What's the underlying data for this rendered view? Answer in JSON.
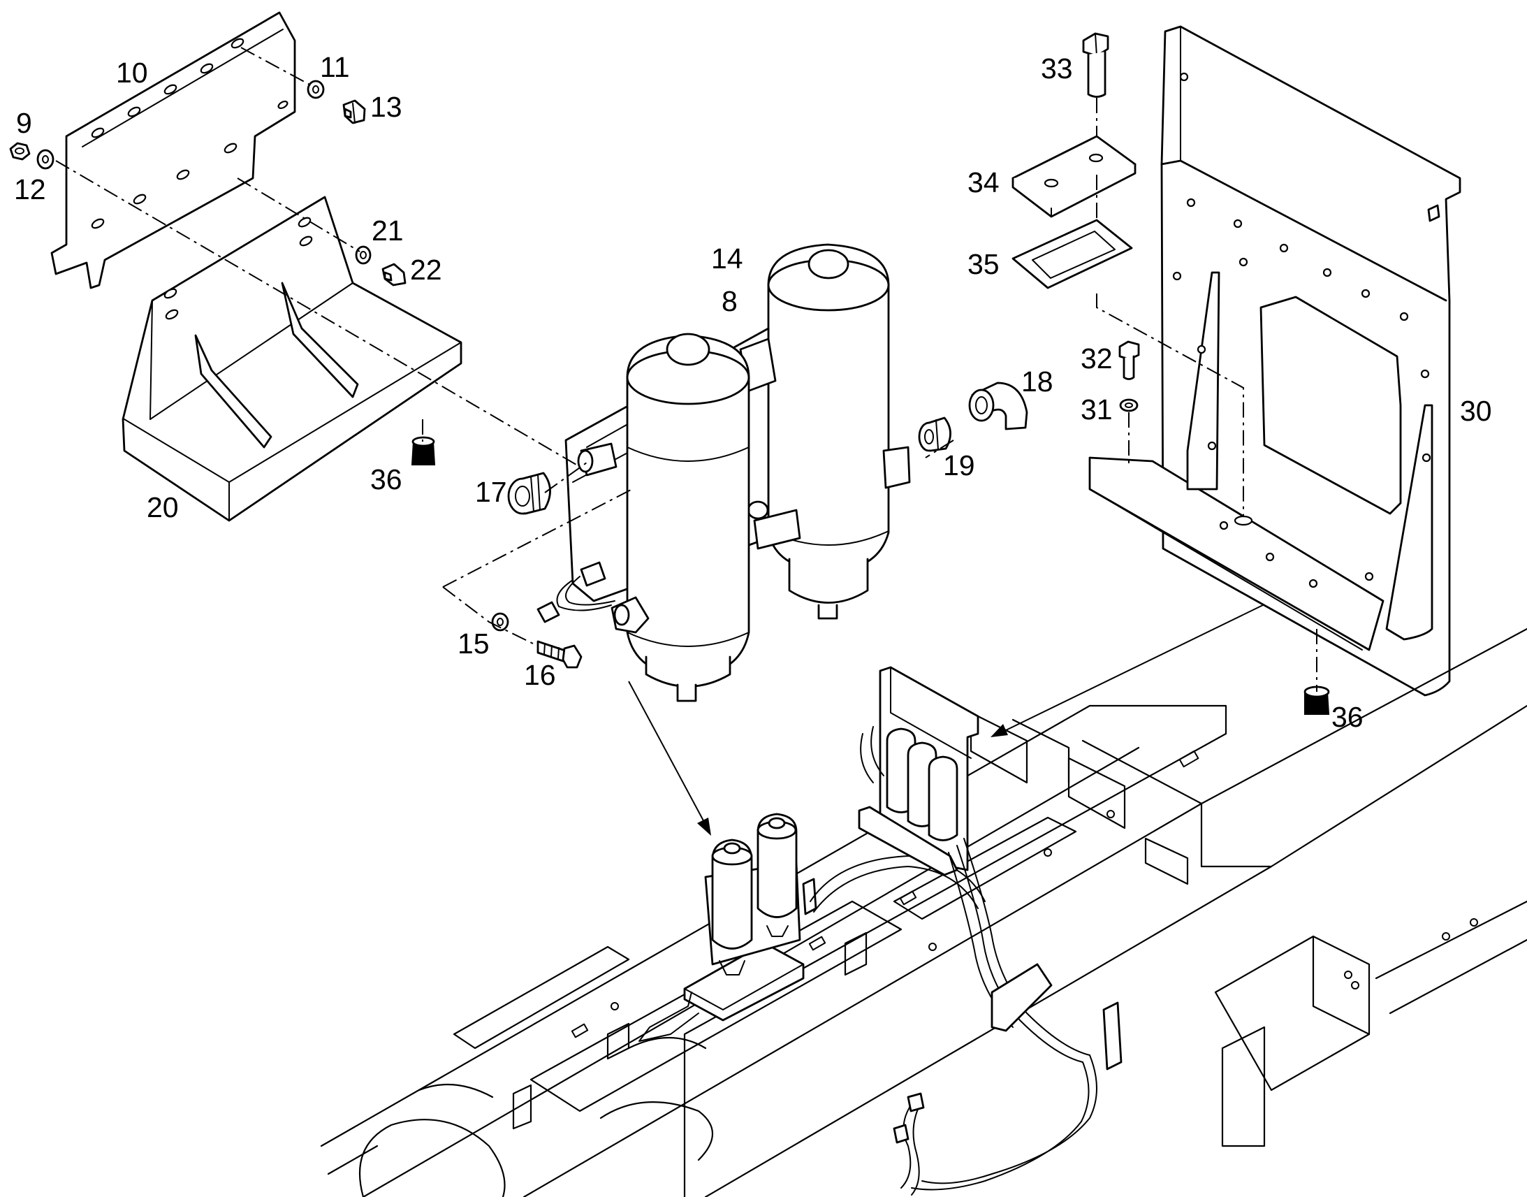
{
  "callouts": {
    "c8": "8",
    "c9": "9",
    "c10": "10",
    "c11": "11",
    "c12": "12",
    "c13": "13",
    "c14": "14",
    "c15": "15",
    "c16": "16",
    "c17": "17",
    "c18": "18",
    "c19": "19",
    "c20": "20",
    "c21": "21",
    "c22": "22",
    "c30": "30",
    "c31": "31",
    "c32": "32",
    "c33": "33",
    "c34": "34",
    "c35": "35",
    "c36a": "36",
    "c36b": "36"
  }
}
